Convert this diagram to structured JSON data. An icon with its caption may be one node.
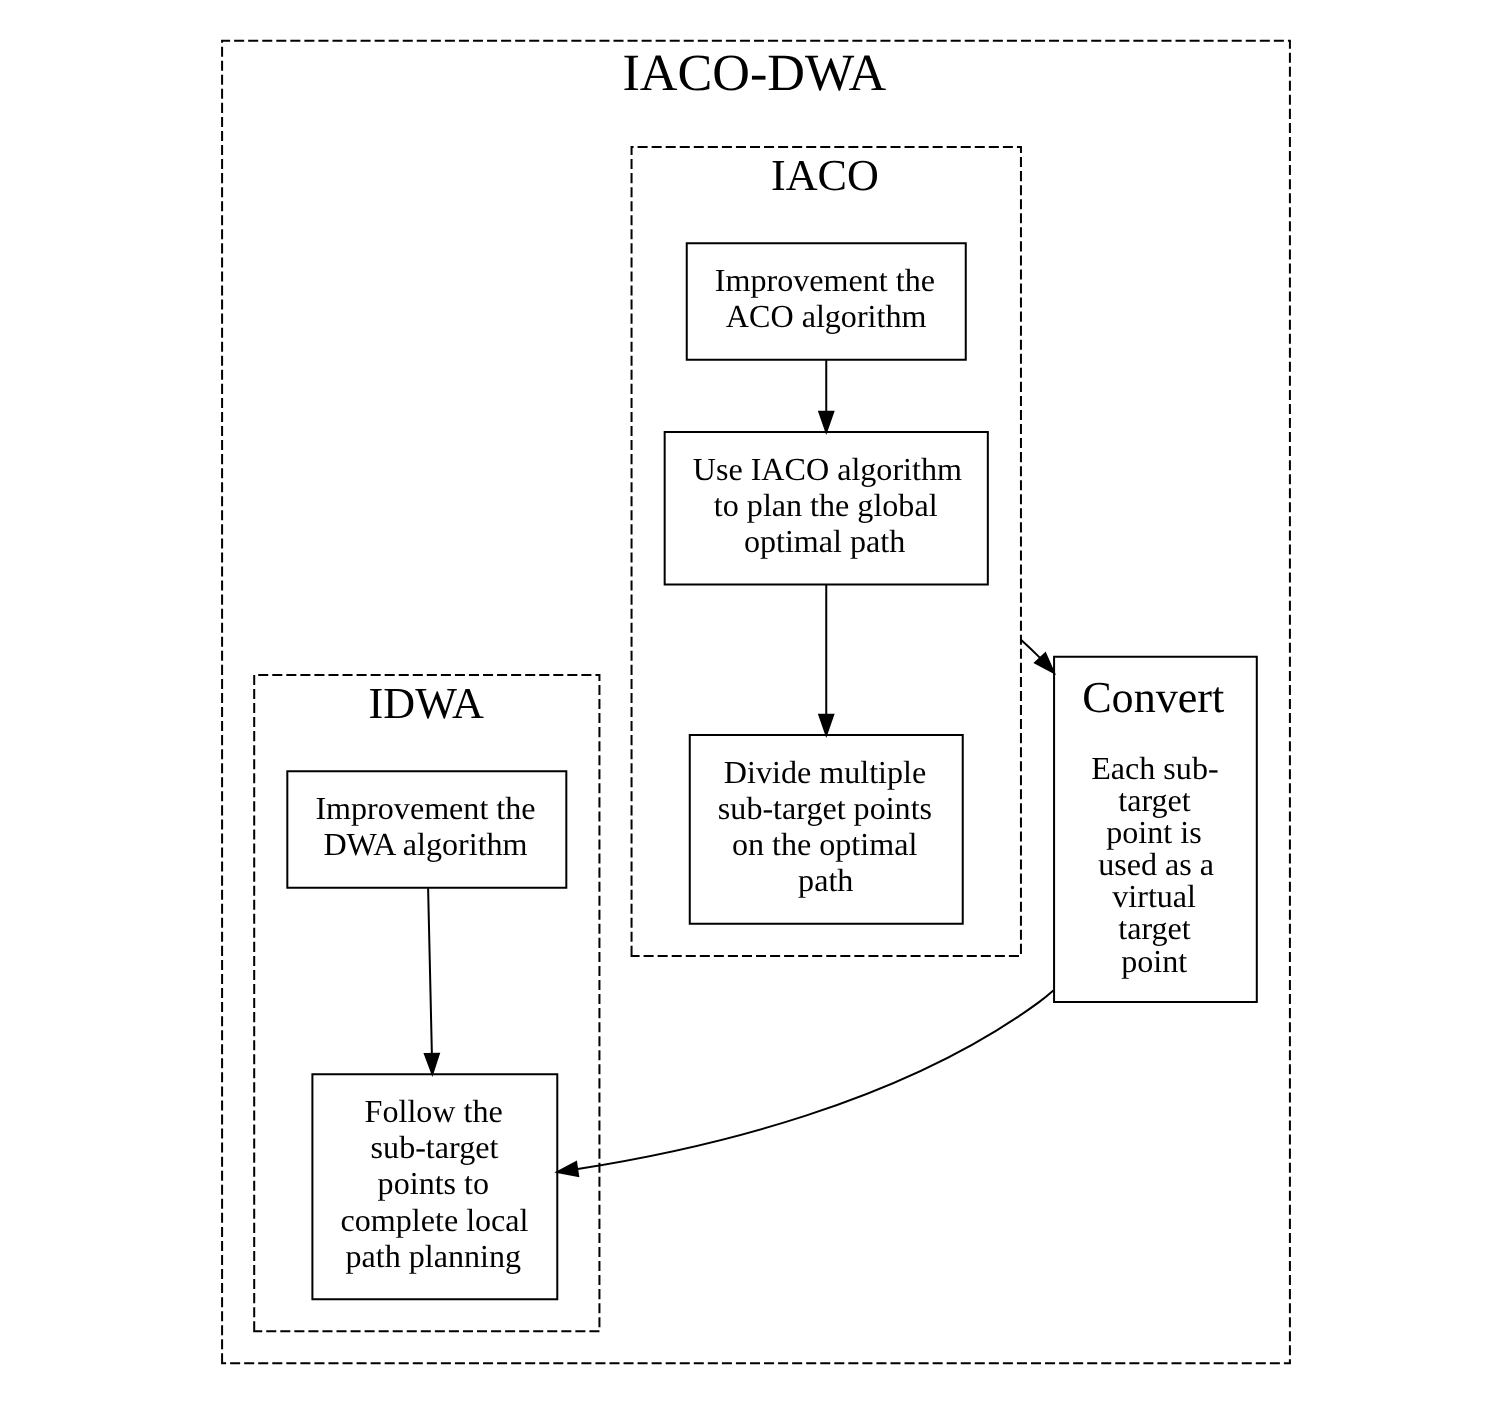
{
  "diagram": {
    "nodes": [
      {
        "text": [
          "IACO-DWA"
        ]
      },
      {
        "text": [
          "IACO"
        ],
        "in": 0
      },
      {
        "text": [
          "Improvement the ACO algorithm"
        ],
        "in": 1
      },
      {
        "text": [
          "Use IACO algorithm to plan the global optimal path"
        ],
        "in": 1
      },
      {
        "text": [
          "Divide multiple sub-target points on the optimal path"
        ],
        "in": 1
      },
      {
        "text": [
          "Convert",
          "Each sub-target point is used as a virtual target point"
        ],
        "in": 0
      },
      {
        "text": [
          "IDWA"
        ],
        "in": 0
      },
      {
        "text": [
          "Improvement the DWA algorithm"
        ],
        "in": 6
      },
      {
        "text": [
          "Follow the sub-target points to complete local path planning"
        ],
        "in": 6
      }
    ],
    "edges": [
      {
        "from": 2,
        "to": 3,
        "arrow": "to"
      },
      {
        "from": 3,
        "to": 4,
        "arrow": "to"
      },
      {
        "from": 1,
        "to": 5,
        "arrow": "to"
      },
      {
        "from": 5,
        "to": 8,
        "arrow": "to"
      },
      {
        "from": 7,
        "to": 8,
        "arrow": "to"
      }
    ]
  }
}
